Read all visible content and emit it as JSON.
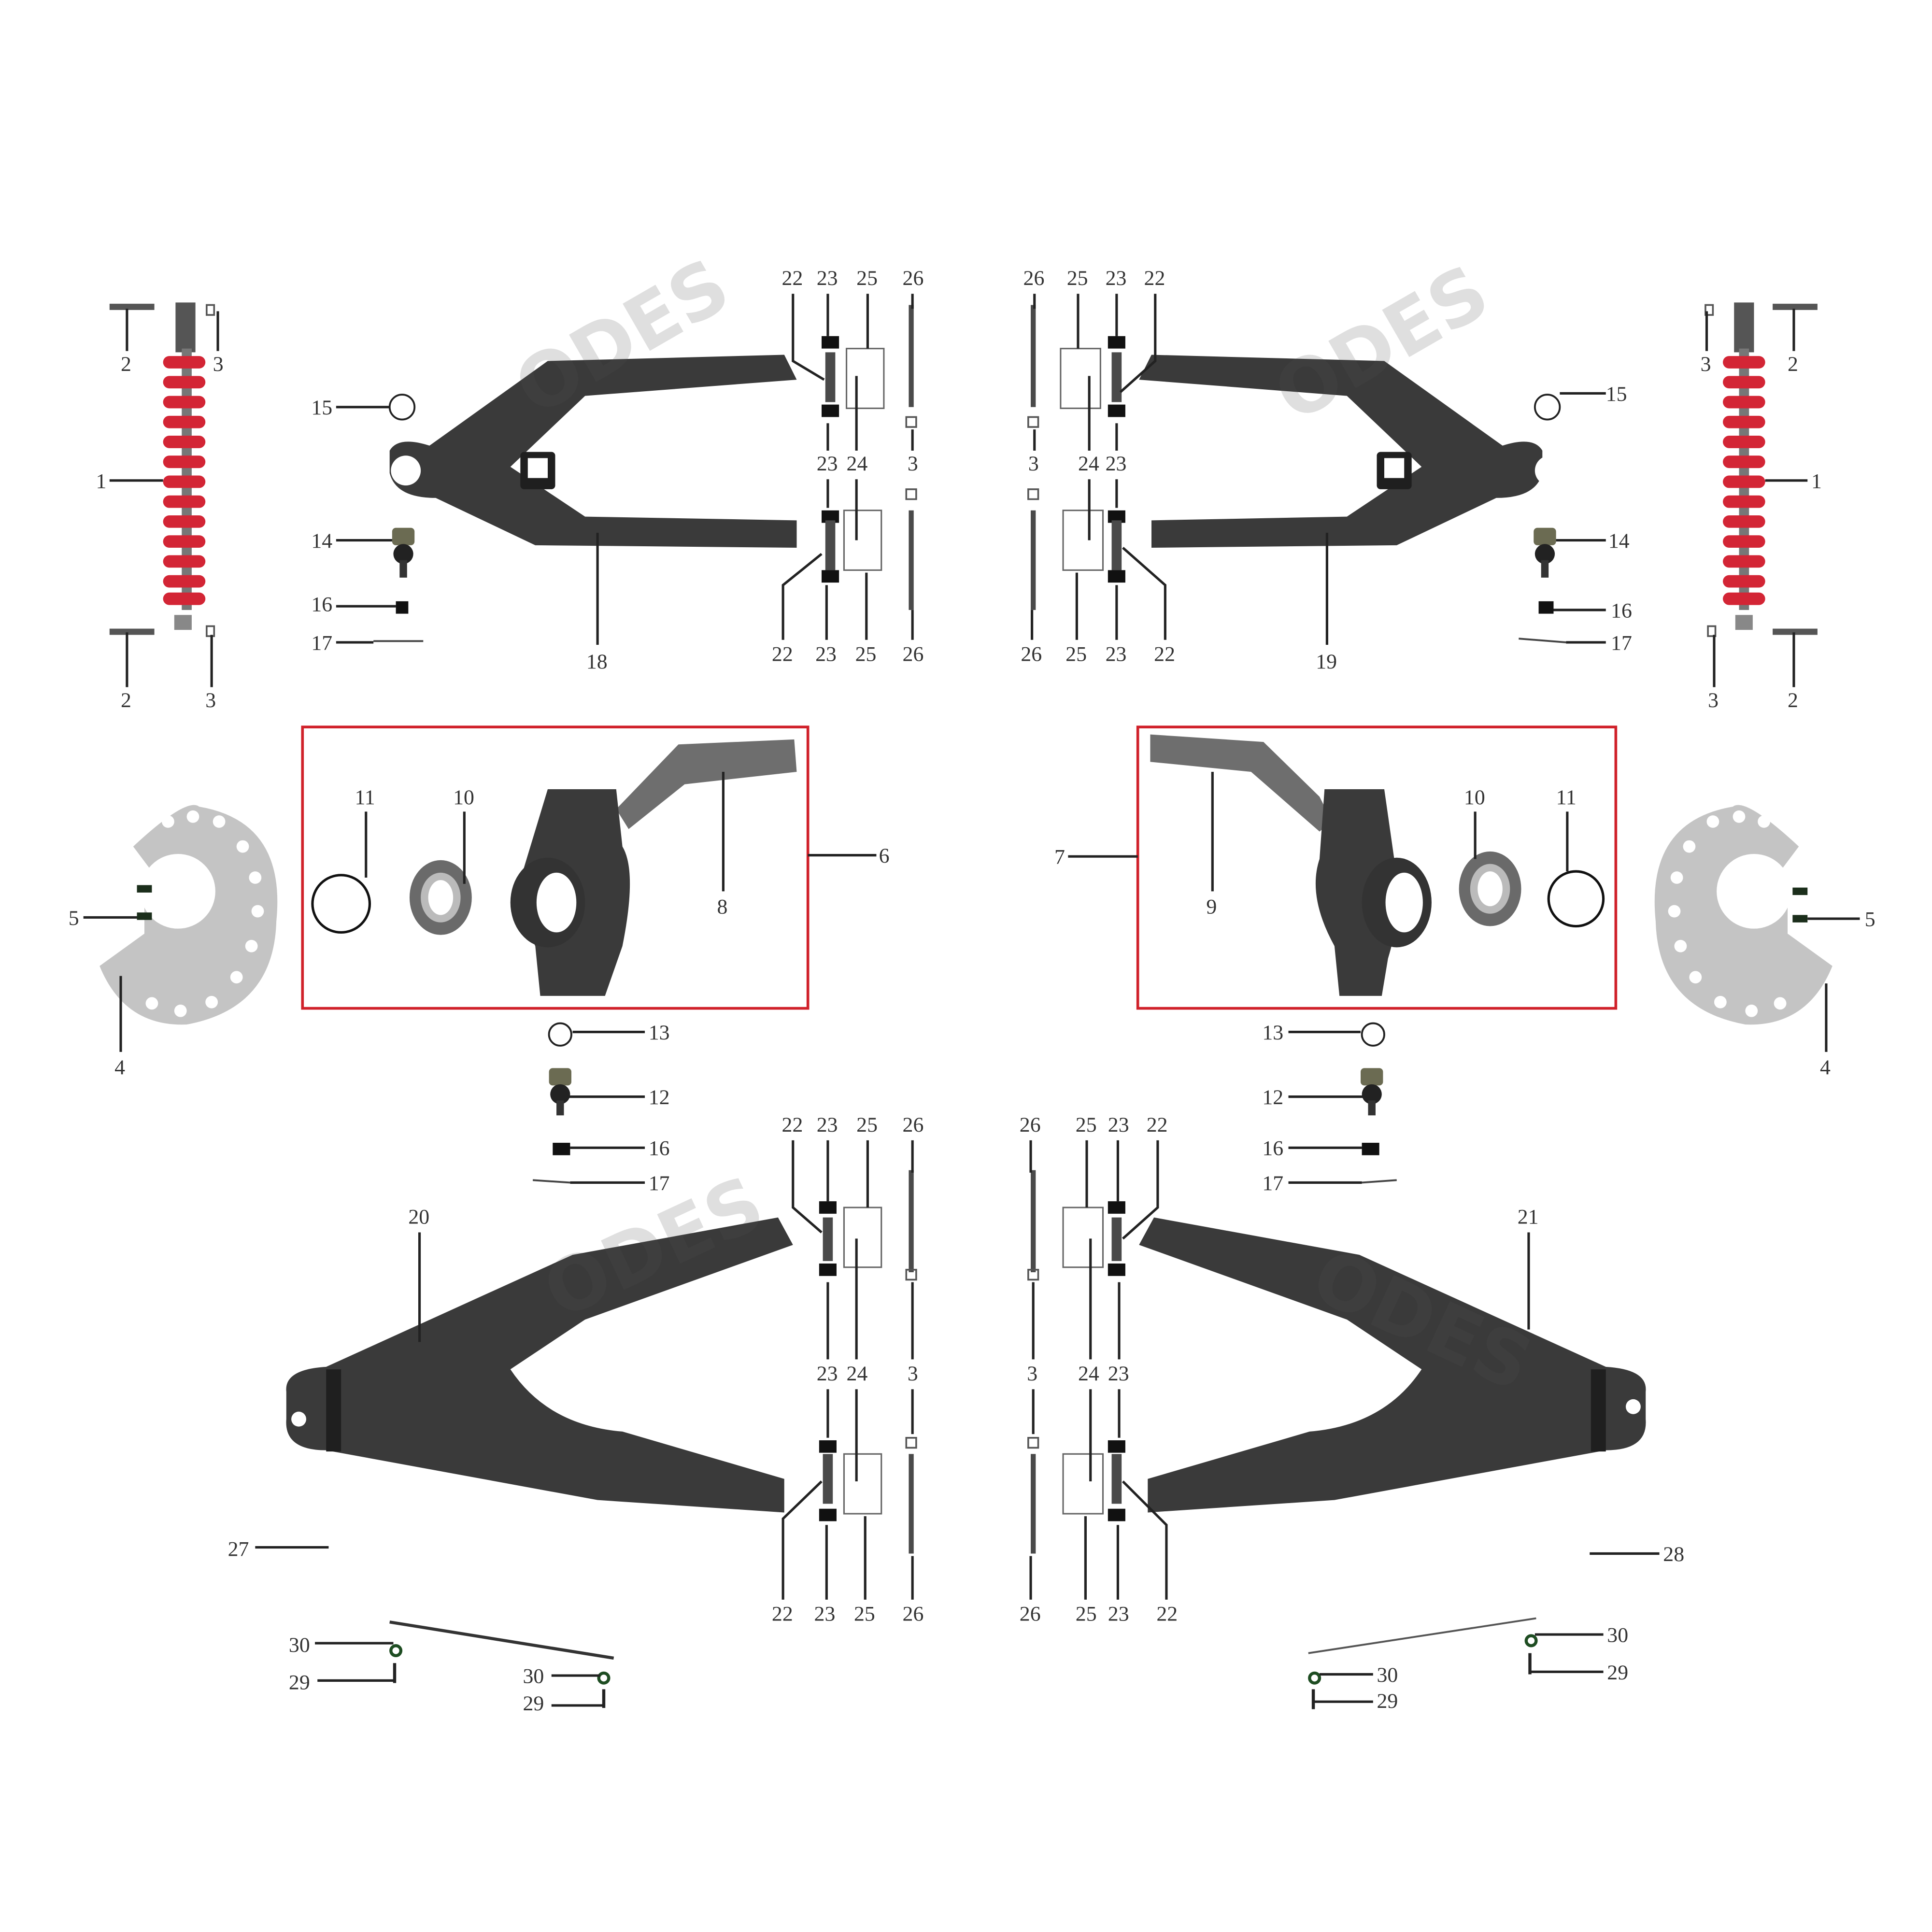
{
  "diagram": {
    "type": "exploded-parts-diagram",
    "subject": "Front suspension assembly",
    "watermark": "ODES",
    "colors": {
      "background": "#ffffff",
      "arm": "#3a3a3a",
      "spring": "#d32535",
      "group_box": "#d0212a",
      "brake_disc": "#c4c4c4",
      "o_ring": "#1e4d22"
    }
  },
  "callouts": {
    "shock_left": {
      "shock": "1",
      "bolt_top": "2",
      "nut_top": "3",
      "bolt_bottom": "2",
      "nut_bottom": "3"
    },
    "shock_right": {
      "shock": "1",
      "bolt_top": "2",
      "nut_top": "3",
      "bolt_bottom": "2",
      "nut_bottom": "3"
    },
    "disc_left": {
      "disc": "4",
      "screw": "5"
    },
    "disc_right": {
      "disc": "4",
      "screw": "5"
    },
    "knuckle_left": {
      "group": "6",
      "knuckle": "8",
      "bearing": "10",
      "circlip": "11"
    },
    "knuckle_right": {
      "group": "7",
      "knuckle": "9",
      "bearing": "10",
      "circlip": "11"
    },
    "upper_left": {
      "arm": "18",
      "circlip": "15",
      "ball_joint": "14",
      "nut": "16",
      "cotter": "17",
      "top_row": [
        "22",
        "23",
        "25",
        "26"
      ],
      "mid_row": [
        "23",
        "24",
        "3"
      ],
      "bottom_row": [
        "22",
        "23",
        "25",
        "26"
      ]
    },
    "upper_right": {
      "arm": "19",
      "circlip": "15",
      "ball_joint": "14",
      "nut": "16",
      "cotter": "17",
      "top_row": [
        "26",
        "25",
        "23",
        "22"
      ],
      "mid_row": [
        "3",
        "24",
        "23"
      ],
      "bottom_row": [
        "26",
        "25",
        "23",
        "22"
      ]
    },
    "lower_left": {
      "arm": "20",
      "circlip": "13",
      "ball_joint": "12",
      "nut": "16",
      "cotter": "17",
      "top_row": [
        "22",
        "23",
        "25",
        "26"
      ],
      "mid_row": [
        "23",
        "24",
        "3"
      ],
      "bottom_row": [
        "22",
        "23",
        "25",
        "26"
      ],
      "hose": "27",
      "o_ring_a": "30",
      "bolt_a": "29",
      "o_ring_b": "30",
      "bolt_b": "29"
    },
    "lower_right": {
      "arm": "21",
      "circlip": "13",
      "ball_joint": "12",
      "nut": "16",
      "cotter": "17",
      "top_row": [
        "26",
        "25",
        "23",
        "22"
      ],
      "mid_row": [
        "3",
        "24",
        "23"
      ],
      "bottom_row": [
        "26",
        "25",
        "23",
        "22"
      ],
      "hose": "28",
      "o_ring_a": "30",
      "bolt_a": "29",
      "o_ring_b": "30",
      "bolt_b": "29"
    }
  }
}
